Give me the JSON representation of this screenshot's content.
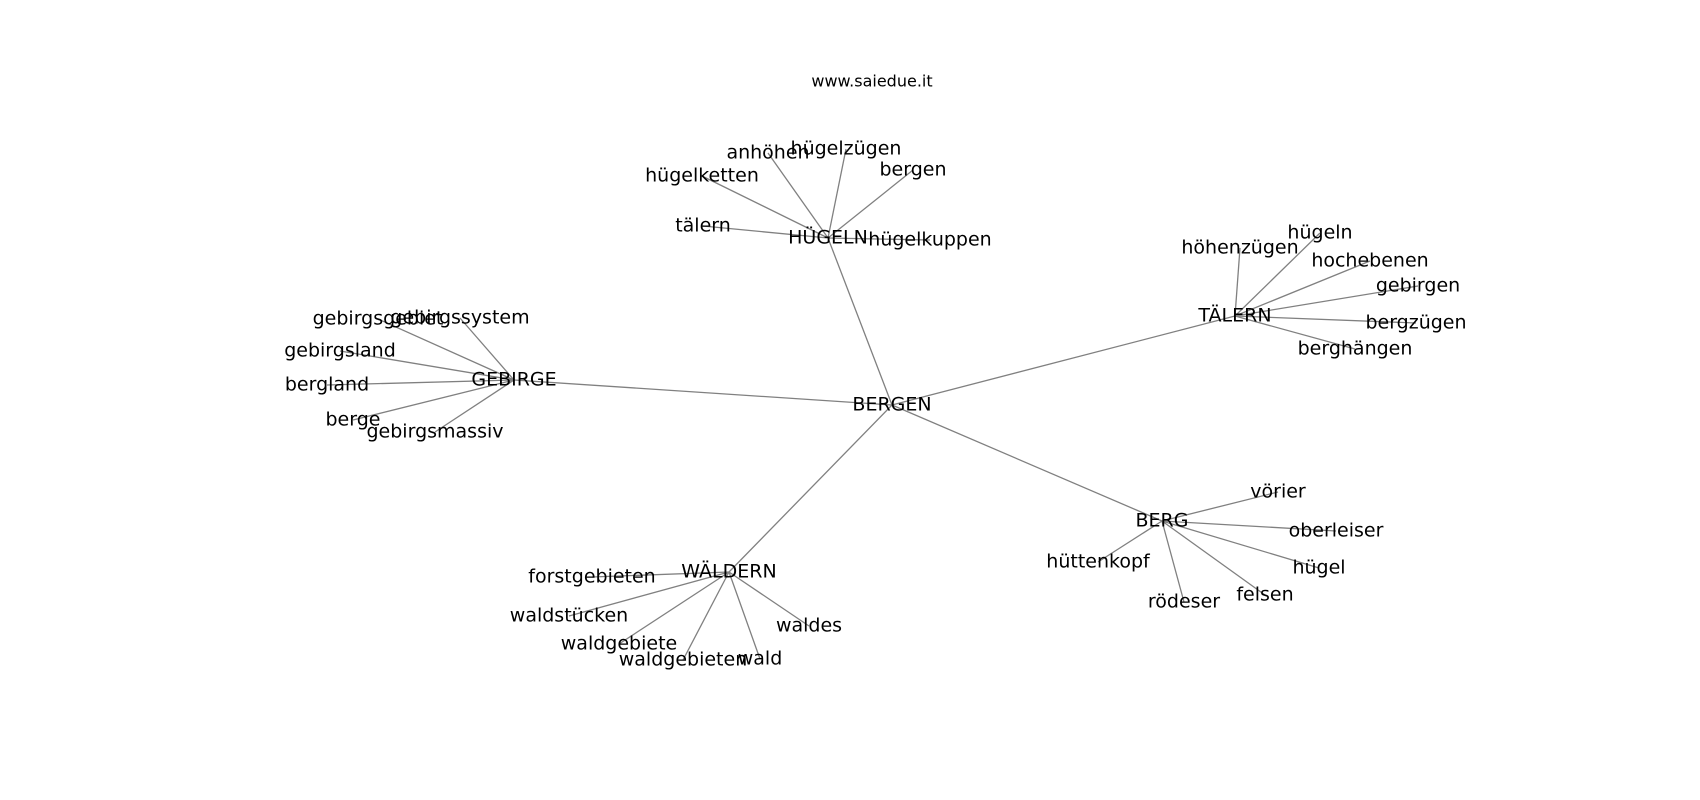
{
  "watermark": "www.saiedue.it",
  "graph": {
    "root": "BERGEN",
    "hubs": [
      {
        "id": "HÜGELN",
        "children": [
          "tälern",
          "hügelketten",
          "anhöhen",
          "hügelzügen",
          "bergen",
          "hügelkuppen"
        ]
      },
      {
        "id": "TÄLERN",
        "children": [
          "höhenzügen",
          "hügeln",
          "hochebenen",
          "gebirgen",
          "bergzügen",
          "berghängen"
        ]
      },
      {
        "id": "GEBIRGE",
        "children": [
          "gebirgsgebiet",
          "gebirgssystem",
          "gebirgsland",
          "bergland",
          "berge",
          "gebirgsmassiv"
        ]
      },
      {
        "id": "WÄLDERN",
        "children": [
          "forstgebieten",
          "waldstücken",
          "waldgebiete",
          "waldgebieten",
          "wald",
          "waldes"
        ]
      },
      {
        "id": "BERG",
        "children": [
          "vörier",
          "oberleiser",
          "hügel",
          "felsen",
          "rödeser",
          "hüttenkopf"
        ]
      }
    ]
  }
}
